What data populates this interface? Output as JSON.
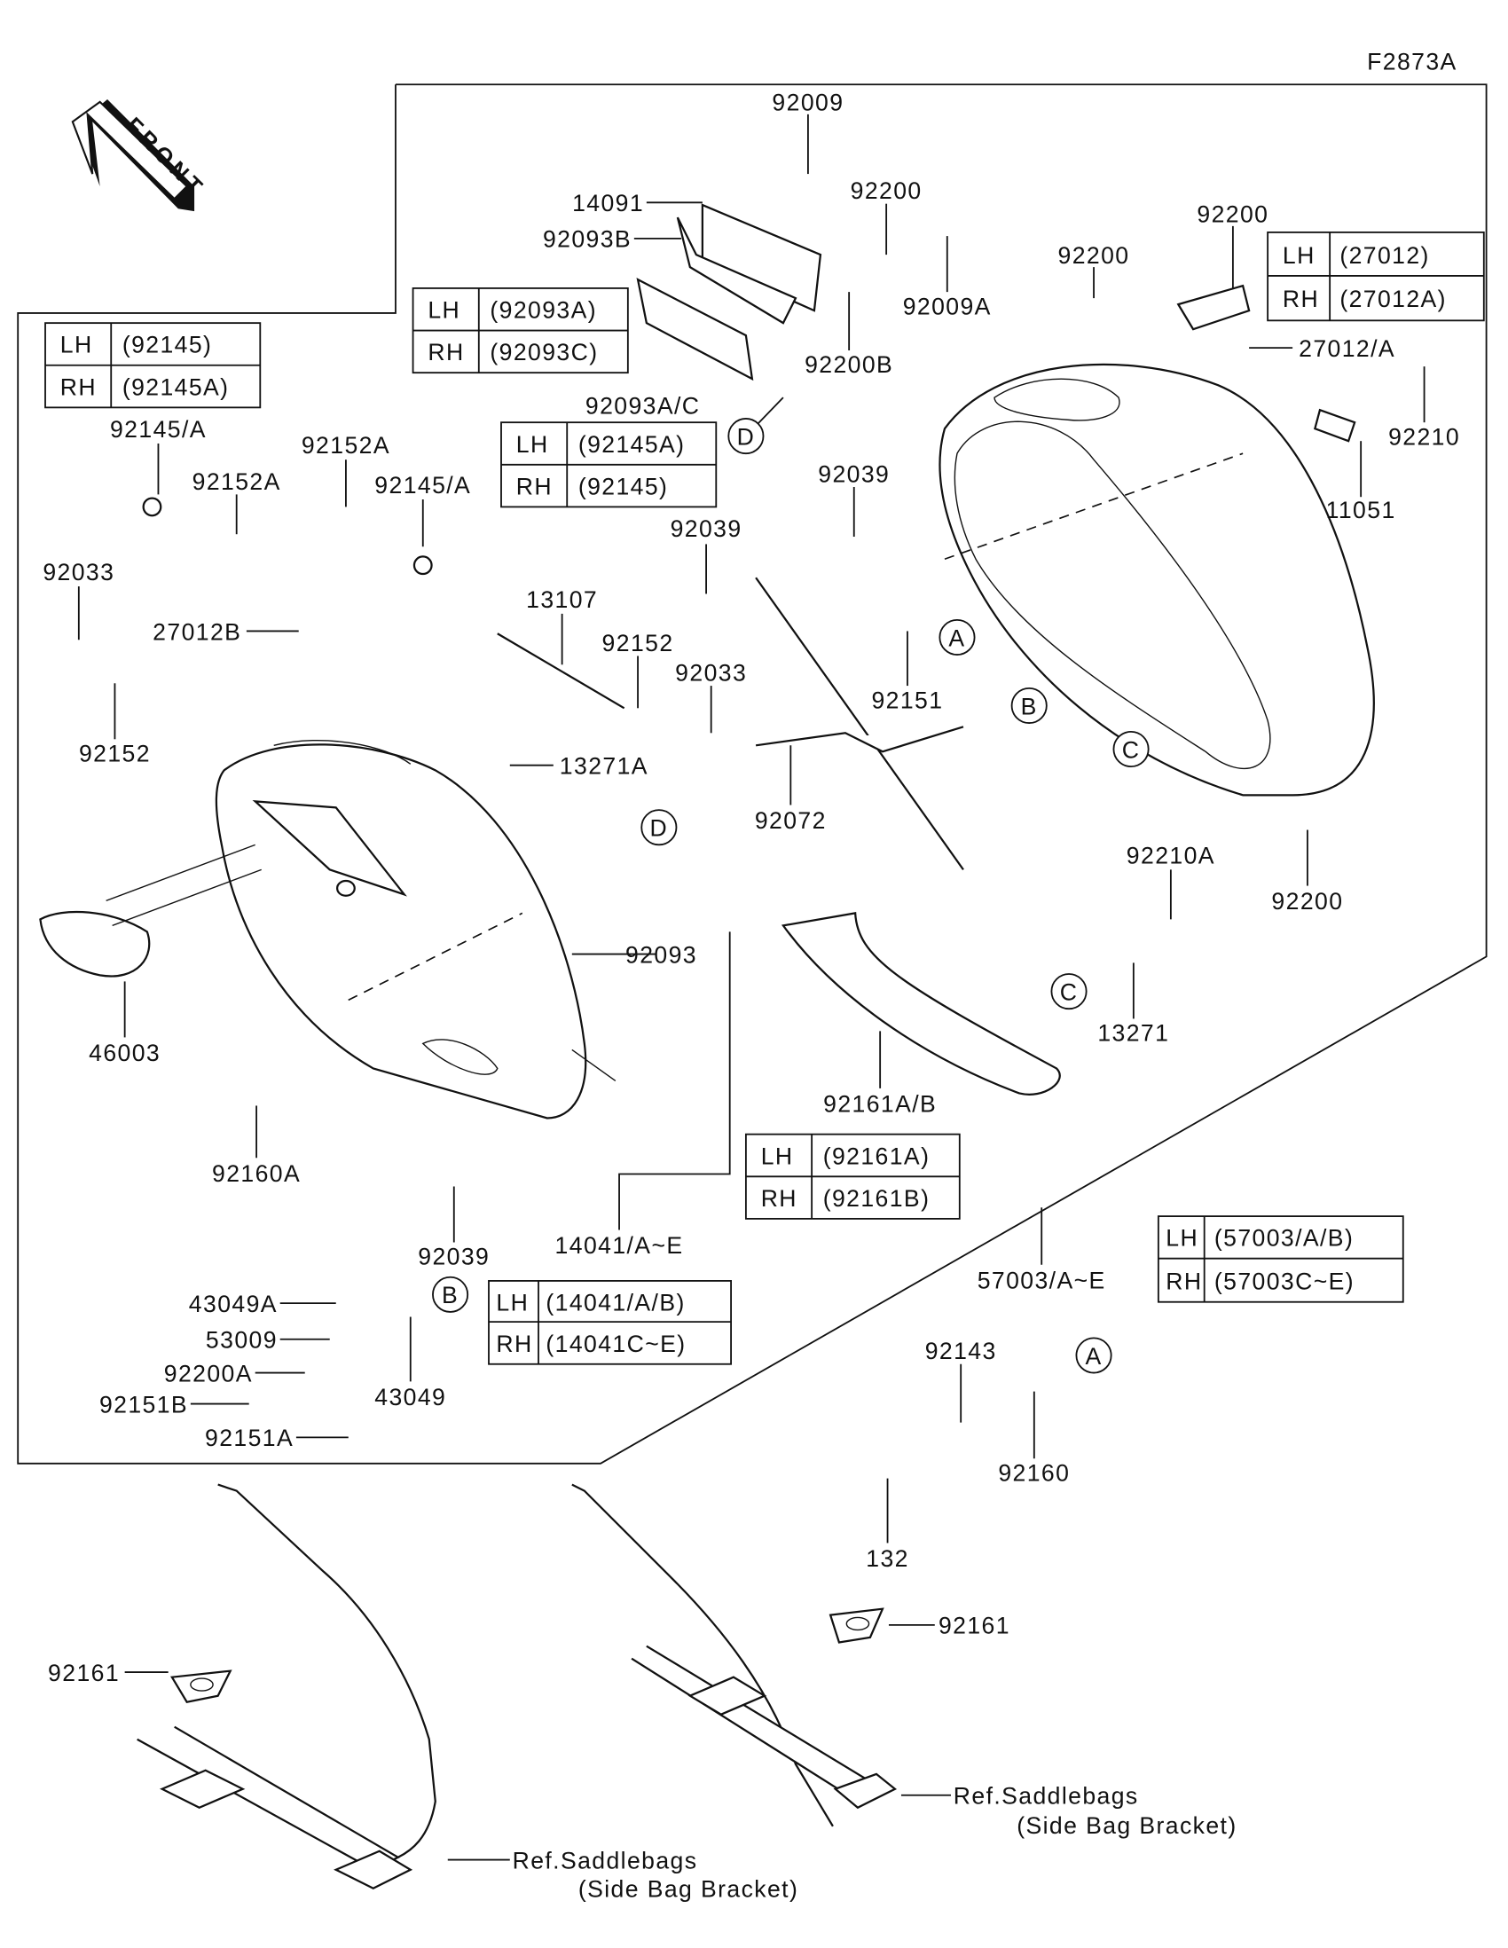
{
  "figure_code": "F2873A",
  "front_arrow": "FRONT",
  "callouts": {
    "c92009": "92009",
    "c14091": "14091",
    "c92093B": "92093B",
    "c92200_a": "92200",
    "c92009A": "92009A",
    "c92200B": "92200B",
    "c92093AC": "92093A/C",
    "c92200_b": "92200",
    "c92200_c": "92200",
    "c27012A": "27012/A",
    "c92210": "92210",
    "c11051": "11051",
    "c92145A_1": "92145/A",
    "c92152A_1": "92152A",
    "c92152A_2": "92152A",
    "c92145A_2": "92145/A",
    "c92039_1": "92039",
    "c92039_2": "92039",
    "c92033_1": "92033",
    "c13107": "13107",
    "c27012B": "27012B",
    "c92152_1": "92152",
    "c92033_2": "92033",
    "c92151": "92151",
    "c92152_2": "92152",
    "c13271A": "13271A",
    "c92072": "92072",
    "c92210A": "92210A",
    "c92200_d": "92200",
    "c92093": "92093",
    "c13271": "13271",
    "c46003": "46003",
    "c92161AB": "92161A/B",
    "c92160A": "92160A",
    "c92039_3": "92039",
    "c14041": "14041/A~E",
    "c57003": "57003/A~E",
    "c43049A": "43049A",
    "c53009": "53009",
    "c92200A": "92200A",
    "c43049": "43049",
    "c92151B": "92151B",
    "c92151A": "92151A",
    "c92143": "92143",
    "c92160": "92160",
    "c132": "132",
    "c92161_1": "92161",
    "c92161_2": "92161"
  },
  "ref_notes": [
    {
      "line1": "Ref.Saddlebags",
      "line2": "(Side Bag Bracket)"
    },
    {
      "line1": "Ref.Saddlebags",
      "line2": "(Side Bag Bracket)"
    }
  ],
  "markers": {
    "A": "A",
    "B": "B",
    "C": "C",
    "D": "D"
  },
  "tables": [
    {
      "rows": [
        [
          "LH",
          "(92093A)"
        ],
        [
          "RH",
          "(92093C)"
        ]
      ]
    },
    {
      "rows": [
        [
          "LH",
          "(92145)"
        ],
        [
          "RH",
          "(92145A)"
        ]
      ]
    },
    {
      "rows": [
        [
          "LH",
          "(92145A)"
        ],
        [
          "RH",
          "(92145)"
        ]
      ]
    },
    {
      "rows": [
        [
          "LH",
          "(27012)"
        ],
        [
          "RH",
          "(27012A)"
        ]
      ]
    },
    {
      "rows": [
        [
          "LH",
          "(92161A)"
        ],
        [
          "RH",
          "(92161B)"
        ]
      ]
    },
    {
      "rows": [
        [
          "LH",
          "(14041/A/B)"
        ],
        [
          "RH",
          "(14041C~E)"
        ]
      ]
    },
    {
      "rows": [
        [
          "LH",
          "(57003/A/B)"
        ],
        [
          "RH",
          "(57003C~E)"
        ]
      ]
    }
  ]
}
